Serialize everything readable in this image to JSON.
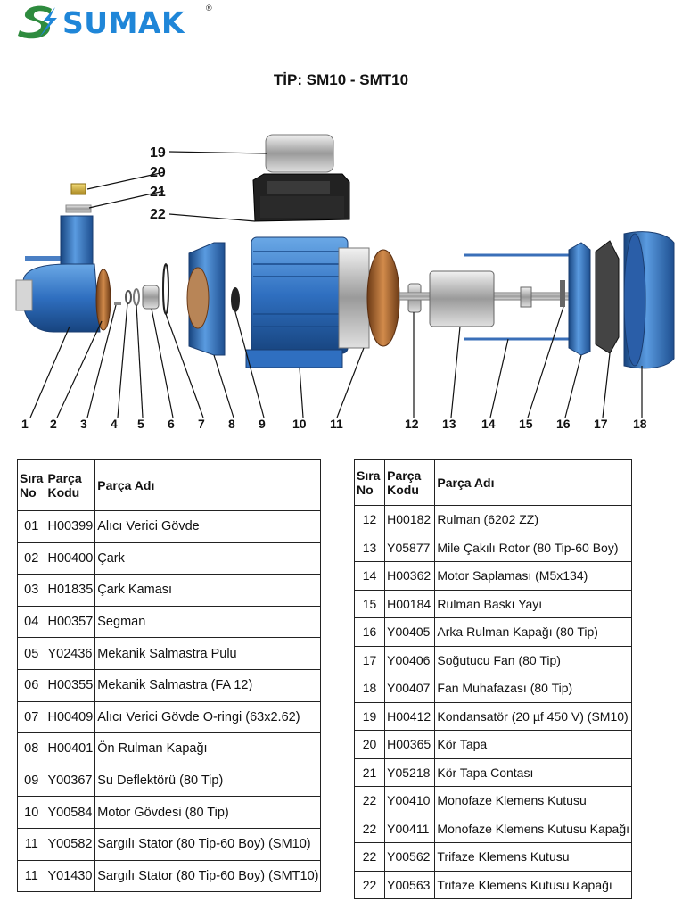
{
  "brand": {
    "name": "SUMAK",
    "registered": "®"
  },
  "title": "TİP: SM10 - SMT10",
  "callouts": [
    "1",
    "2",
    "3",
    "4",
    "5",
    "6",
    "7",
    "8",
    "9",
    "10",
    "11",
    "12",
    "13",
    "14",
    "15",
    "16",
    "17",
    "18",
    "19",
    "20",
    "21",
    "22"
  ],
  "table_headers": {
    "no": "Sıra No",
    "code": "Parça Kodu",
    "name": "Parça Adı"
  },
  "parts_left": [
    {
      "no": "01",
      "code": "H00399",
      "name": "Alıcı Verici Gövde"
    },
    {
      "no": "02",
      "code": "H00400",
      "name": "Çark"
    },
    {
      "no": "03",
      "code": "H01835",
      "name": "Çark Kaması"
    },
    {
      "no": "04",
      "code": "H00357",
      "name": "Segman"
    },
    {
      "no": "05",
      "code": "Y02436",
      "name": "Mekanik Salmastra Pulu"
    },
    {
      "no": "06",
      "code": "H00355",
      "name": "Mekanik Salmastra (FA 12)"
    },
    {
      "no": "07",
      "code": "H00409",
      "name": "Alıcı Verici Gövde O-ringi (63x2.62)"
    },
    {
      "no": "08",
      "code": "H00401",
      "name": "Ön Rulman Kapağı"
    },
    {
      "no": "09",
      "code": "Y00367",
      "name": "Su Deflektörü (80 Tip)"
    },
    {
      "no": "10",
      "code": "Y00584",
      "name": "Motor Gövdesi (80 Tip)"
    },
    {
      "no": "11",
      "code": "Y00582",
      "name": "Sargılı Stator (80 Tip-60 Boy) (SM10)"
    },
    {
      "no": "11",
      "code": "Y01430",
      "name": "Sargılı Stator (80 Tip-60 Boy) (SMT10)"
    }
  ],
  "parts_right": [
    {
      "no": "12",
      "code": "H00182",
      "name": "Rulman (6202 ZZ)"
    },
    {
      "no": "13",
      "code": "Y05877",
      "name": "Mile Çakılı Rotor (80 Tip-60 Boy)"
    },
    {
      "no": "14",
      "code": "H00362",
      "name": "Motor Saplaması (M5x134)"
    },
    {
      "no": "15",
      "code": "H00184",
      "name": "Rulman Baskı Yayı"
    },
    {
      "no": "16",
      "code": "Y00405",
      "name": "Arka Rulman Kapağı (80 Tip)"
    },
    {
      "no": "17",
      "code": "Y00406",
      "name": "Soğutucu Fan (80 Tip)"
    },
    {
      "no": "18",
      "code": "Y00407",
      "name": "Fan Muhafazası (80 Tip)"
    },
    {
      "no": "19",
      "code": "H00412",
      "name": "Kondansatör (20 µf 450 V) (SM10)"
    },
    {
      "no": "20",
      "code": "H00365",
      "name": "Kör Tapa"
    },
    {
      "no": "21",
      "code": "Y05218",
      "name": "Kör Tapa Contası"
    },
    {
      "no": "22",
      "code": "Y00410",
      "name": "Monofaze Klemens Kutusu"
    },
    {
      "no": "22",
      "code": "Y00411",
      "name": "Monofaze Klemens Kutusu Kapağı"
    },
    {
      "no": "22",
      "code": "Y00562",
      "name": "Trifaze Klemens Kutusu"
    },
    {
      "no": "22",
      "code": "Y00563",
      "name": "Trifaze Klemens Kutusu Kapağı"
    }
  ]
}
